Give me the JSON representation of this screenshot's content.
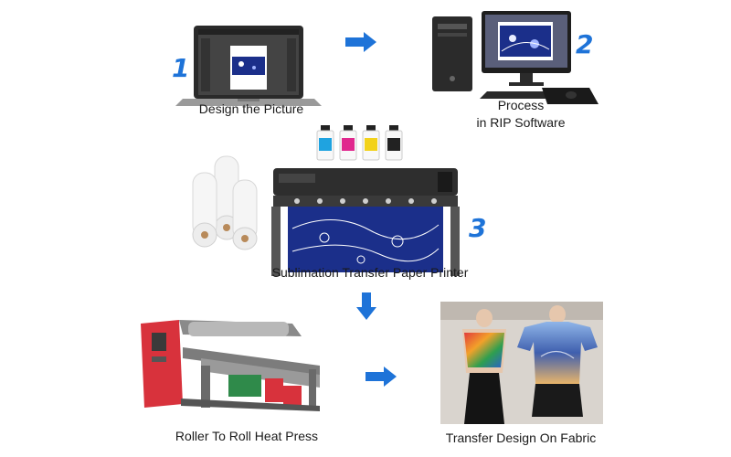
{
  "colors": {
    "accent": "#1e73d8",
    "print_navy": "#1b2f8a",
    "machine_red": "#d8323c"
  },
  "steps": [
    {
      "number": "1",
      "caption": "Design the Picture",
      "illustration": "laptop-icon"
    },
    {
      "number": "2",
      "caption_line1": "Process",
      "caption_line2": "in RIP Software",
      "illustration": "desktop-computer-icon"
    },
    {
      "number": "3",
      "caption": "Sublimation Transfer Paper Printer",
      "illustration": "printer-icon"
    },
    {
      "caption": "Roller To Roll Heat Press",
      "illustration": "heat-press-icon"
    },
    {
      "caption": "Transfer Design On Fabric",
      "illustration": "printed-garments-photo"
    }
  ],
  "ink_bottles": [
    {
      "color": "#1fa3e0"
    },
    {
      "color": "#e0288e"
    },
    {
      "color": "#f2d21a"
    },
    {
      "color": "#222222"
    }
  ],
  "arrows": [
    "arrow-right-icon",
    "arrow-right-icon",
    "arrow-down-icon",
    "arrow-right-icon"
  ]
}
